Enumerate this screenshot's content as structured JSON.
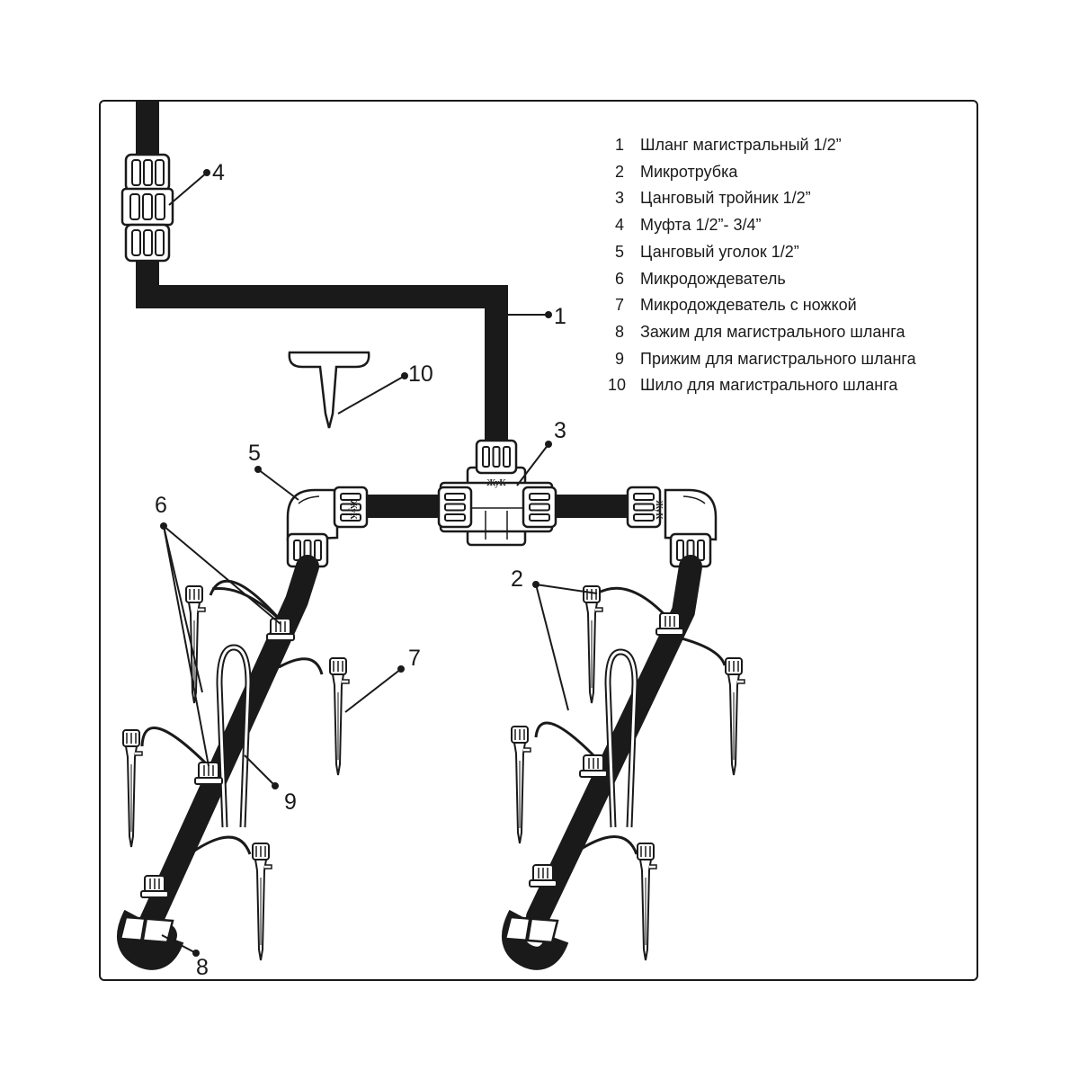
{
  "legend": [
    {
      "num": "1",
      "text": "Шланг магистральный 1/2”"
    },
    {
      "num": "2",
      "text": "Микротрубка"
    },
    {
      "num": "3",
      "text": "Цанговый тройник 1/2”"
    },
    {
      "num": "4",
      "text": "Муфта 1/2”- 3/4”"
    },
    {
      "num": "5",
      "text": "Цанговый уголок 1/2”"
    },
    {
      "num": "6",
      "text": "Микродождеватель"
    },
    {
      "num": "7",
      "text": "Микродождеватель с ножкой"
    },
    {
      "num": "8",
      "text": "Зажим для магистрального шланга"
    },
    {
      "num": "9",
      "text": "Прижим для магистрального шланга"
    },
    {
      "num": "10",
      "text": "Шило для магистрального шланга"
    }
  ],
  "callouts": {
    "c1": "1",
    "c2": "2",
    "c3": "3",
    "c4": "4",
    "c5": "5",
    "c6": "6",
    "c7": "7",
    "c8": "8",
    "c9": "9",
    "c10": "10"
  },
  "brand_mark": "ЖуК",
  "colors": {
    "hose": "#1a1a1a",
    "fitting": "#ffffff",
    "line": "#1a1a1a"
  }
}
